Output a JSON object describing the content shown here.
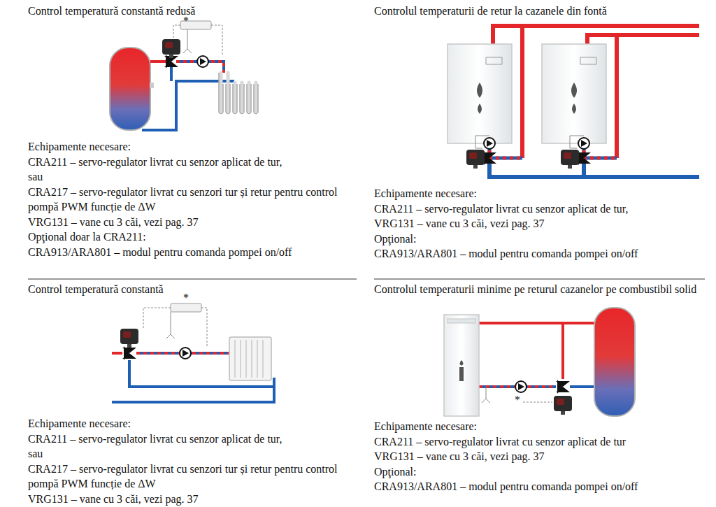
{
  "diagram": {
    "labels": [
      "Control temperatură constantă redusă",
      "*",
      "Echipamente necesare:",
      "CRA211 – servo-regulator livrat cu senzor aplicat de tur,",
      "sau",
      "CRA217 – servo-regulator livrat cu senzori tur și retur pentru control pompă PWM funcție de ΔW",
      "VRG131 – vane cu 3 căi, vezi pag. 37",
      "Opţional doar la CRA211:",
      "CRA913/ARA801 – modul pentru comanda pompei on/off",
      "Controlul temperaturii de retur la cazanele din fontă",
      "Echipamente necesare:",
      "CRA211 – servo-regulator livrat cu senzor aplicat de tur,",
      "VRG131 – vane cu 3 căi, vezi pag. 37",
      "Opţional:",
      "CRA913/ARA801 – modul pentru comanda pompei on/off",
      "Control temperatură constantă",
      "*",
      "Echipamente necesare:",
      "CRA211 – servo-regulator livrat cu senzor aplicat de tur,",
      "sau",
      "CRA217 – servo-regulator livrat cu senzori tur și retur pentru control pompă PWM funcție de ΔW",
      "VRG131 – vane cu 3 căi, vezi pag. 37",
      "Controlul temperaturii minime pe returul cazanelor pe combustibil solid",
      "*",
      "Echipamente necesare:",
      "CRA211 – servo-regulator livrat cu senzor aplicat de tur",
      "VRG131 – vane cu 3 căi, vezi pag. 37",
      "Opţional:",
      "CRA913/ARA801 – modul pentru comanda pompei on/off"
    ]
  }
}
